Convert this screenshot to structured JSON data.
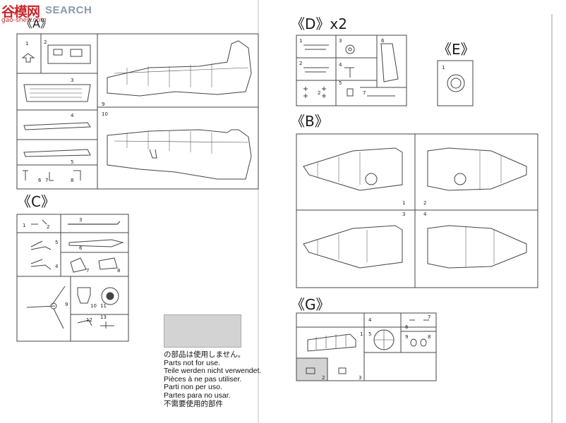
{
  "watermark": {
    "logo": "谷模网",
    "brand": "SEARCH",
    "url": "gao-shen.com"
  },
  "sections": [
    {
      "id": "A",
      "label": "《A》"
    },
    {
      "id": "C",
      "label": "《C》"
    },
    {
      "id": "D",
      "label": "《D》x2"
    },
    {
      "id": "E",
      "label": "《E》"
    },
    {
      "id": "B",
      "label": "《B》"
    },
    {
      "id": "G",
      "label": "《G》"
    }
  ],
  "part_numbers": {
    "A": [
      "1",
      "2",
      "3",
      "4",
      "5",
      "6",
      "7",
      "8",
      "9",
      "10"
    ],
    "C": [
      "1",
      "2",
      "3",
      "4",
      "5",
      "6",
      "7",
      "8",
      "9",
      "10",
      "11",
      "12",
      "13"
    ],
    "D": [
      "1",
      "2",
      "3",
      "4",
      "5",
      "6",
      "7",
      "2"
    ],
    "E": [
      "1"
    ],
    "B": [
      "1",
      "2",
      "3",
      "4"
    ],
    "G": [
      "1",
      "2",
      "3",
      "4",
      "5",
      "6",
      "7",
      "8",
      "9"
    ]
  },
  "not_for_use": [
    "の部品は使用しません。",
    "Parts not for use.",
    "Teile werden nicht verwendet.",
    "Pièces à ne pas utiliser.",
    "Parti non per uso.",
    "Partes para no usar.",
    "不需要使用的部件"
  ]
}
